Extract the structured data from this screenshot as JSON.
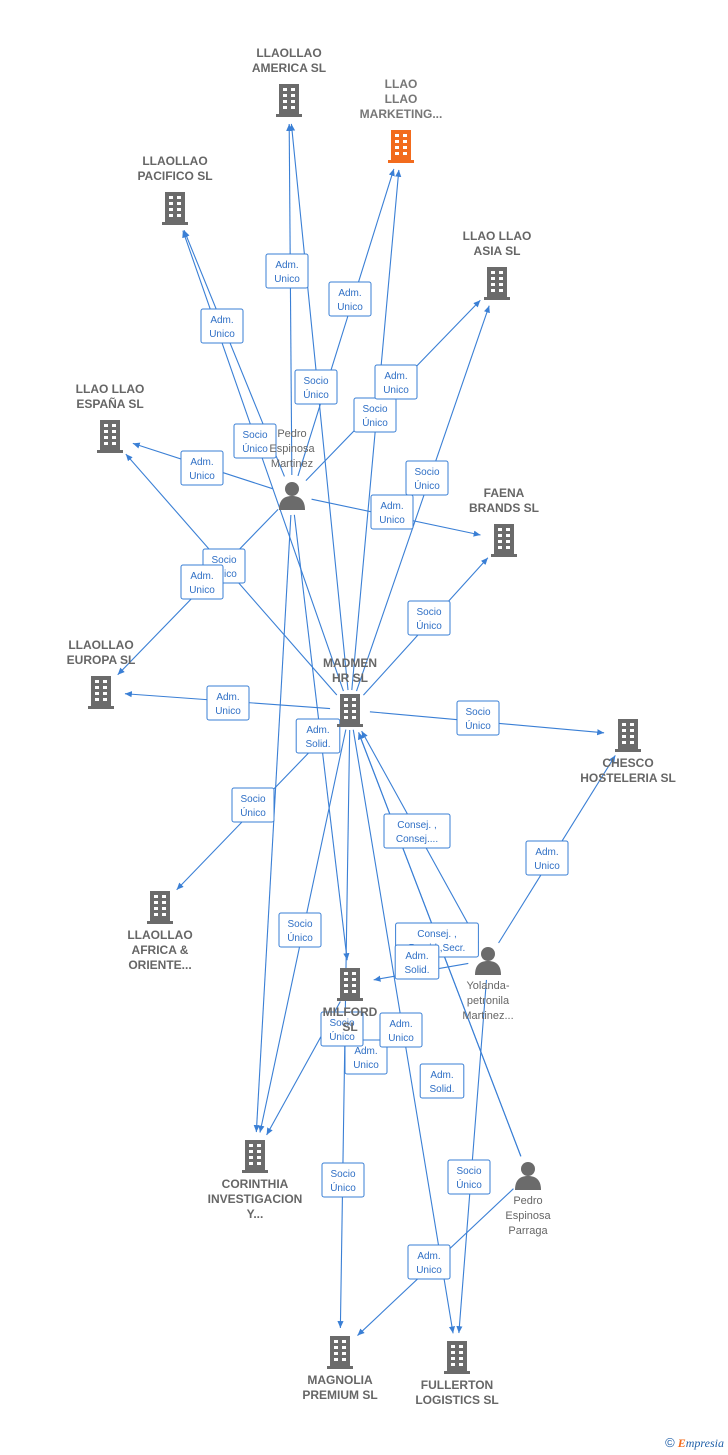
{
  "nodes": [
    {
      "id": "llaollao_america",
      "type": "company",
      "label": [
        "LLAOLLAO",
        "AMERICA  SL"
      ]
    },
    {
      "id": "llao_llao_marketing",
      "type": "company",
      "highlight": true,
      "label": [
        "LLAO",
        "LLAO",
        "MARKETING..."
      ]
    },
    {
      "id": "llaollao_pacifico",
      "type": "company",
      "label": [
        "LLAOLLAO",
        "PACIFICO  SL"
      ]
    },
    {
      "id": "llao_llao_asia",
      "type": "company",
      "label": [
        "LLAO LLAO",
        "ASIA  SL"
      ]
    },
    {
      "id": "llao_llao_espana",
      "type": "company",
      "label": [
        "LLAO LLAO",
        "ESPAÑA  SL"
      ]
    },
    {
      "id": "pedro_espinosa_martinez",
      "type": "person",
      "label": [
        "Pedro",
        "Espinosa",
        "Martinez"
      ]
    },
    {
      "id": "faena_brands",
      "type": "company",
      "label": [
        "FAENA",
        "BRANDS  SL"
      ]
    },
    {
      "id": "llaollao_europa",
      "type": "company",
      "label": [
        "LLAOLLAO",
        "EUROPA  SL"
      ]
    },
    {
      "id": "madmen_hr",
      "type": "company",
      "label": [
        "MADMEN",
        "HR  SL"
      ]
    },
    {
      "id": "chesco_hosteleria",
      "type": "company",
      "label": [
        "CHESCO",
        "HOSTELERIA SL"
      ]
    },
    {
      "id": "llaollao_africa",
      "type": "company",
      "label": [
        "LLAOLLAO",
        "AFRICA &",
        "ORIENTE..."
      ]
    },
    {
      "id": "milford",
      "type": "company",
      "label": [
        "MILFORD",
        "SL"
      ]
    },
    {
      "id": "yolanda",
      "type": "person",
      "label": [
        "Yolanda-",
        "petronila",
        "Martinez..."
      ]
    },
    {
      "id": "corinthia",
      "type": "company",
      "label": [
        "CORINTHIA",
        "INVESTIGACION",
        "Y..."
      ]
    },
    {
      "id": "pedro_espinosa_parraga",
      "type": "person",
      "label": [
        "Pedro",
        "Espinosa",
        "Parraga"
      ]
    },
    {
      "id": "magnolia",
      "type": "company",
      "label": [
        "MAGNOLIA",
        "PREMIUM  SL"
      ]
    },
    {
      "id": "fullerton",
      "type": "company",
      "label": [
        "FULLERTON",
        "LOGISTICS  SL"
      ]
    }
  ],
  "edges": [
    {
      "from": "pedro_espinosa_martinez",
      "to": "llaollao_america",
      "label": [
        "Adm.",
        "Unico"
      ]
    },
    {
      "from": "madmen_hr",
      "to": "llaollao_america",
      "label": [
        "Socio",
        "Único"
      ]
    },
    {
      "from": "pedro_espinosa_martinez",
      "to": "llao_llao_marketing",
      "label": [
        "Adm.",
        "Unico"
      ]
    },
    {
      "from": "madmen_hr",
      "to": "llao_llao_marketing",
      "label": [
        "Socio",
        "Único"
      ]
    },
    {
      "from": "pedro_espinosa_martinez",
      "to": "llaollao_pacifico",
      "label": [
        "Adm.",
        "Unico"
      ]
    },
    {
      "from": "madmen_hr",
      "to": "llaollao_pacifico",
      "label": [
        "Socio",
        "Único"
      ]
    },
    {
      "from": "pedro_espinosa_martinez",
      "to": "llao_llao_asia",
      "label": [
        "Adm.",
        "Unico"
      ]
    },
    {
      "from": "madmen_hr",
      "to": "llao_llao_asia",
      "label": [
        "Socio",
        "Único"
      ]
    },
    {
      "from": "pedro_espinosa_martinez",
      "to": "llao_llao_espana",
      "label": [
        "Adm.",
        "Unico"
      ]
    },
    {
      "from": "madmen_hr",
      "to": "llao_llao_espana",
      "label": [
        "Socio",
        "Único"
      ]
    },
    {
      "from": "pedro_espinosa_martinez",
      "to": "faena_brands",
      "label": [
        "Adm.",
        "Unico"
      ]
    },
    {
      "from": "madmen_hr",
      "to": "faena_brands",
      "label": [
        "Socio",
        "Único"
      ]
    },
    {
      "from": "pedro_espinosa_martinez",
      "to": "llaollao_europa",
      "label": [
        "Adm.",
        "Unico"
      ]
    },
    {
      "from": "madmen_hr",
      "to": "llaollao_europa",
      "label": [
        "Adm.",
        "Unico"
      ]
    },
    {
      "from": "madmen_hr",
      "to": "chesco_hosteleria",
      "label": [
        "Socio",
        "Único"
      ]
    },
    {
      "from": "yolanda",
      "to": "chesco_hosteleria",
      "label": [
        "Adm.",
        "Unico"
      ]
    },
    {
      "from": "madmen_hr",
      "to": "llaollao_africa",
      "label": [
        "Socio",
        "Único"
      ]
    },
    {
      "from": "pedro_espinosa_martinez",
      "to": "milford",
      "label": [
        "Adm.",
        "Solid."
      ]
    },
    {
      "from": "yolanda",
      "to": "madmen_hr",
      "label": [
        "Consej. ,",
        "Consej...."
      ]
    },
    {
      "from": "pedro_espinosa_parraga",
      "to": "madmen_hr",
      "label": [
        "Consej. ,",
        "Presid.,Secr."
      ]
    },
    {
      "from": "yolanda",
      "to": "milford",
      "label": [
        "Adm.",
        "Solid."
      ]
    },
    {
      "from": "pedro_espinosa_martinez",
      "to": "corinthia",
      "label": [
        "Socio",
        "Único"
      ]
    },
    {
      "from": "milford",
      "to": "corinthia",
      "label": [
        "Adm.",
        "Unico"
      ]
    },
    {
      "from": "madmen_hr",
      "to": "corinthia",
      "label": [
        "Socio",
        "Único"
      ]
    },
    {
      "from": "pedro_espinosa_parraga",
      "to": "madmen_hr",
      "label": [
        "Adm.",
        "Solid."
      ]
    },
    {
      "from": "madmen_hr",
      "to": "magnolia",
      "label": [
        "Socio",
        "Único"
      ]
    },
    {
      "from": "pedro_espinosa_parraga",
      "to": "magnolia",
      "label": [
        "Adm.",
        "Unico"
      ]
    },
    {
      "from": "madmen_hr",
      "to": "fullerton",
      "label": [
        "Socio",
        "Único"
      ]
    },
    {
      "from": "yolanda",
      "to": "fullerton",
      "label": [
        "Adm.",
        "Unico"
      ]
    }
  ],
  "footer": {
    "copyright_symbol": "©",
    "brand_initial": "E",
    "brand_rest": "mpresia"
  },
  "colors": {
    "edge": "#3a7fd5",
    "node": "#6b6b6b",
    "highlight": "#f26b1d",
    "label": "#666666"
  }
}
